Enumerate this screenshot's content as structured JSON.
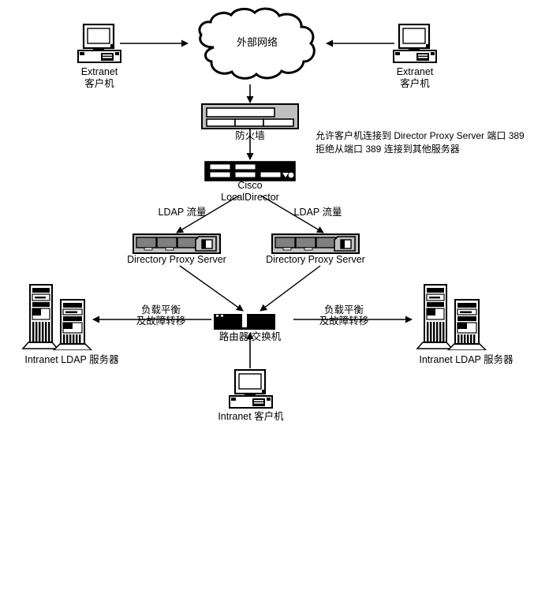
{
  "diagram": {
    "title": "Extranet LDAP Deployment Topology",
    "colors": {
      "stroke": "#000000",
      "background": "#ffffff",
      "device_gray": "#c0c0c0",
      "device_dark_gray": "#808080",
      "device_black": "#000000",
      "device_white": "#ffffff"
    },
    "nodes": [
      {
        "id": "extranet-client-left",
        "icon": "desktop-computer-icon",
        "label_lines": [
          "Extranet",
          "客户机"
        ]
      },
      {
        "id": "external-network-cloud",
        "icon": "cloud-icon",
        "label_lines": [
          "外部网络"
        ]
      },
      {
        "id": "extranet-client-right",
        "icon": "desktop-computer-icon",
        "label_lines": [
          "Extranet",
          "客户机"
        ]
      },
      {
        "id": "firewall",
        "icon": "firewall-appliance-icon",
        "label_lines": [
          "防火墙"
        ]
      },
      {
        "id": "cisco-localdirector",
        "icon": "localdirector-appliance-icon",
        "label_lines": [
          "Cisco",
          "LocalDirector"
        ]
      },
      {
        "id": "directory-proxy-server-left",
        "icon": "rack-server-icon",
        "label_lines": [
          "Directory Proxy Server"
        ]
      },
      {
        "id": "directory-proxy-server-right",
        "icon": "rack-server-icon",
        "label_lines": [
          "Directory Proxy Server"
        ]
      },
      {
        "id": "router-switch",
        "icon": "router-switch-icon",
        "label_lines": [
          "路由器/交换机"
        ]
      },
      {
        "id": "intranet-ldap-server-left",
        "icon": "tower-server-pair-icon",
        "label_lines": [
          "Intranet LDAP 服务器"
        ]
      },
      {
        "id": "intranet-ldap-server-right",
        "icon": "tower-server-pair-icon",
        "label_lines": [
          "Intranet LDAP 服务器"
        ]
      },
      {
        "id": "intranet-client",
        "icon": "desktop-computer-icon",
        "label_lines": [
          "Intranet 客户机"
        ]
      }
    ],
    "edge_labels": [
      {
        "id": "ldap-traffic-left",
        "lines": [
          "LDAP 流量"
        ]
      },
      {
        "id": "ldap-traffic-right",
        "lines": [
          "LDAP 流量"
        ]
      },
      {
        "id": "load-balance-left",
        "lines": [
          "负载平衡",
          "及故障转移"
        ]
      },
      {
        "id": "load-balance-right",
        "lines": [
          "负载平衡",
          "及故障转移"
        ]
      }
    ],
    "notes": [
      {
        "id": "firewall-policy-note",
        "lines": [
          "允许客户机连接到 Director Proxy Server 端口 389",
          "拒绝从端口 389 连接到其他服务器"
        ]
      }
    ]
  }
}
